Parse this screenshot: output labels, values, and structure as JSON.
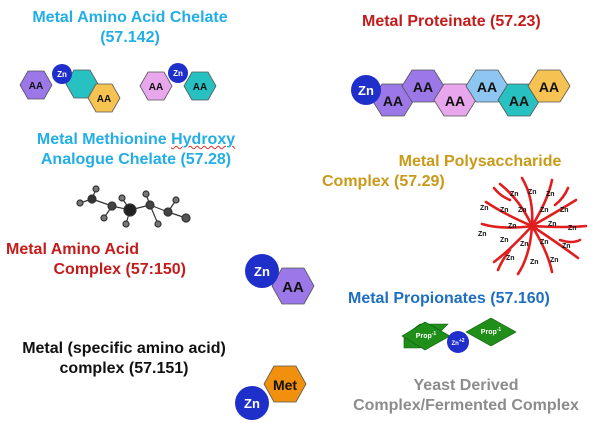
{
  "colors": {
    "cyan": "#23aee6",
    "red": "#c41b1b",
    "gold": "#c99a17",
    "blue": "#1f6fc1",
    "black": "#111111",
    "gray": "#8c8c8c",
    "zn_blue": "#1f2fc9",
    "aa_purple": "#9b77e8",
    "aa_pink": "#e8a6ec",
    "aa_teal": "#28c1c1",
    "aa_gold": "#f6c352",
    "aa_lblue": "#8ec6f2",
    "met_orange": "#f0900e",
    "prop_green": "#1f8f1a"
  },
  "labels": {
    "amino_acid_chelate": {
      "line1": "Metal Amino Acid Chelate",
      "line2": "(57.142)"
    },
    "proteinate": {
      "line1": "Metal Proteinate (57.23)"
    },
    "methionine": {
      "line1_a": "Metal Methionine ",
      "line1_b": "Hydroxy",
      "line2": "Analogue Chelate (57.28)"
    },
    "polysaccharide": {
      "line1": "Metal Polysaccharide",
      "line2": "Complex (57.29)"
    },
    "amino_acid_complex": {
      "line1": "Metal Amino Acid",
      "line2": "Complex (57:150)"
    },
    "propionates": {
      "line1": "Metal Propionates (57.160)"
    },
    "specific": {
      "line1": "Metal (specific amino acid)",
      "line2": "complex (57.151)"
    },
    "yeast": {
      "line1": "Yeast Derived",
      "line2": "Complex/Fermented Complex"
    }
  },
  "molecules": {
    "zn": "Zn",
    "aa": "AA",
    "met": "Met",
    "prop": "Prop",
    "prop_sup": "-1",
    "zn2": "Zn",
    "zn2_sup": "+2"
  }
}
